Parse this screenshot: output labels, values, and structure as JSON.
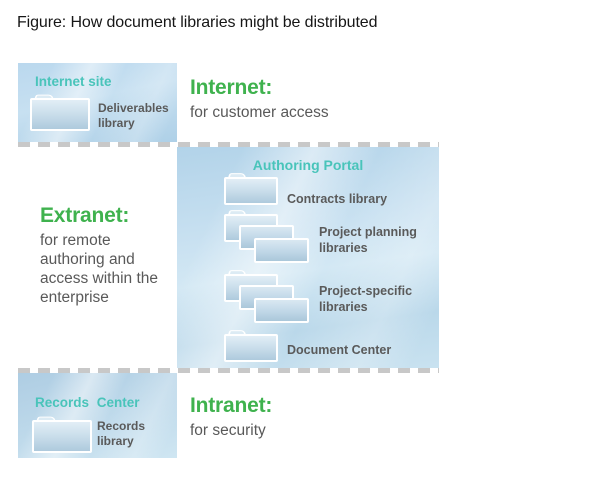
{
  "title": "Figure: How document libraries might be distributed",
  "zones": {
    "internet": {
      "heading": "Internet:",
      "description": "for customer access"
    },
    "extranet": {
      "heading": "Extranet:",
      "description": "for remote authoring and access within the enterprise"
    },
    "intranet": {
      "heading": "Intranet:",
      "description": "for security"
    }
  },
  "boxes": {
    "internet_site": {
      "heading": "Internet site",
      "library_label": "Deliverables library"
    },
    "authoring_portal": {
      "heading": "Authoring Portal",
      "items": [
        {
          "label": "Contracts library"
        },
        {
          "label": "Project planning libraries"
        },
        {
          "label": "Project-specific libraries"
        },
        {
          "label": "Document Center"
        }
      ]
    },
    "records_center": {
      "heading": "Records Center",
      "library_label": "Records library"
    }
  },
  "colors": {
    "teal": "#49c4ba",
    "green": "#3fb24e",
    "label_gray": "#5a5a5a",
    "dash_gray": "#c8c8c8"
  }
}
